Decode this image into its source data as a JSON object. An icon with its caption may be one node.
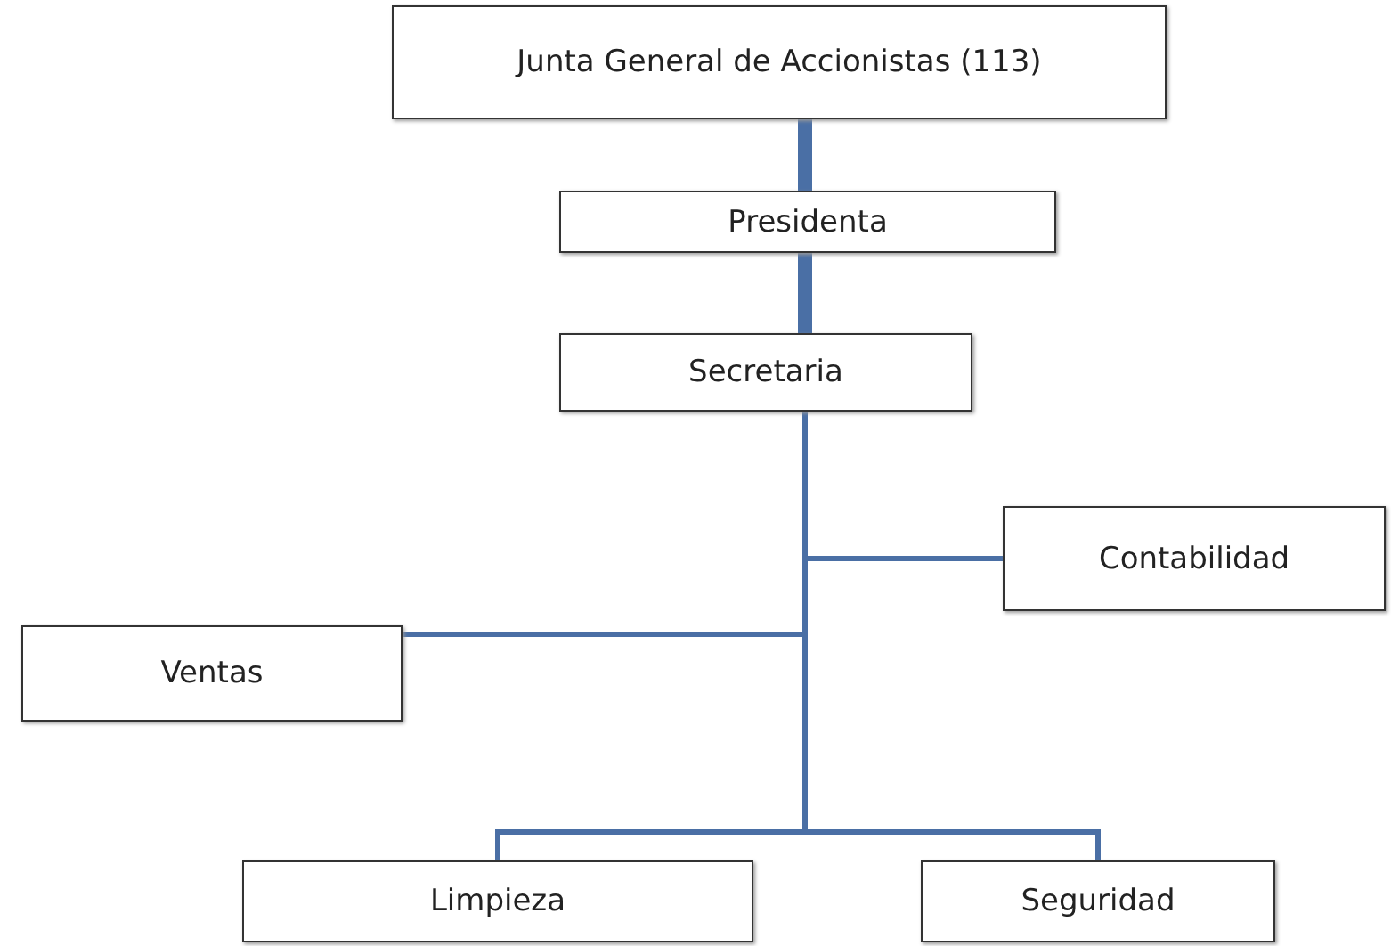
{
  "diagram": {
    "nodes": [
      {
        "text": [
          "Junta General de Accionistas (113)"
        ]
      },
      {
        "text": [
          "Presidenta"
        ]
      },
      {
        "text": [
          "Secretaria"
        ]
      },
      {
        "text": [
          "Contabilidad"
        ]
      },
      {
        "text": [
          "Ventas"
        ]
      },
      {
        "text": [
          "Limpieza"
        ]
      },
      {
        "text": [
          "Seguridad"
        ]
      }
    ],
    "edges": [
      {
        "from": 0,
        "to": 1,
        "arrow": "none",
        "style": "thick"
      },
      {
        "from": 1,
        "to": 2,
        "arrow": "none",
        "style": "thick"
      },
      {
        "from": 2,
        "to": 3,
        "arrow": "none"
      },
      {
        "from": 2,
        "to": 4,
        "arrow": "none"
      },
      {
        "from": 2,
        "to": 5,
        "arrow": "none"
      },
      {
        "from": 2,
        "to": 6,
        "arrow": "none"
      }
    ]
  }
}
